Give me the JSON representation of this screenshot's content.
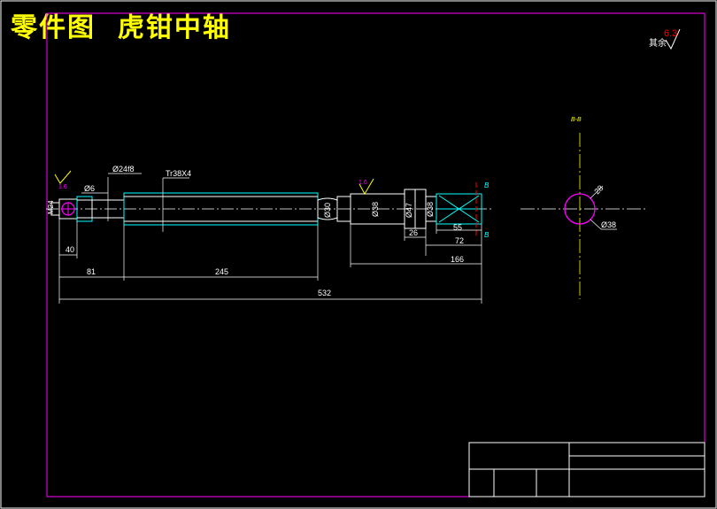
{
  "title": "零件图  虎钳中轴",
  "roughness": {
    "symbol_value": "6.3",
    "note": "其余",
    "local_1": "1.6",
    "local_2": "1.6"
  },
  "section": {
    "label": "B-B",
    "cut_a": "B",
    "cut_b": "B"
  },
  "thread": {
    "label": "Tr38X4"
  },
  "end_thread": {
    "label": "M24"
  },
  "dims": {
    "d24f8": "Ø24f8",
    "d6": "Ø6",
    "d30": "Ø30",
    "d38_a": "Ø38",
    "d47": "Ø47",
    "d38_b": "Ø38",
    "l40": "40",
    "l81": "81",
    "l245": "245",
    "l532": "532",
    "l26": "26",
    "l55": "55",
    "l72": "72",
    "l166": "166",
    "sec_d38": "Ø38",
    "sec_28": "28"
  },
  "colors": {
    "border": "#ff00ff",
    "outline": "#ffffff",
    "cyan": "#00ffff",
    "yellow": "#ffff00",
    "red": "#ff0000",
    "magenta": "#ff00ff"
  }
}
